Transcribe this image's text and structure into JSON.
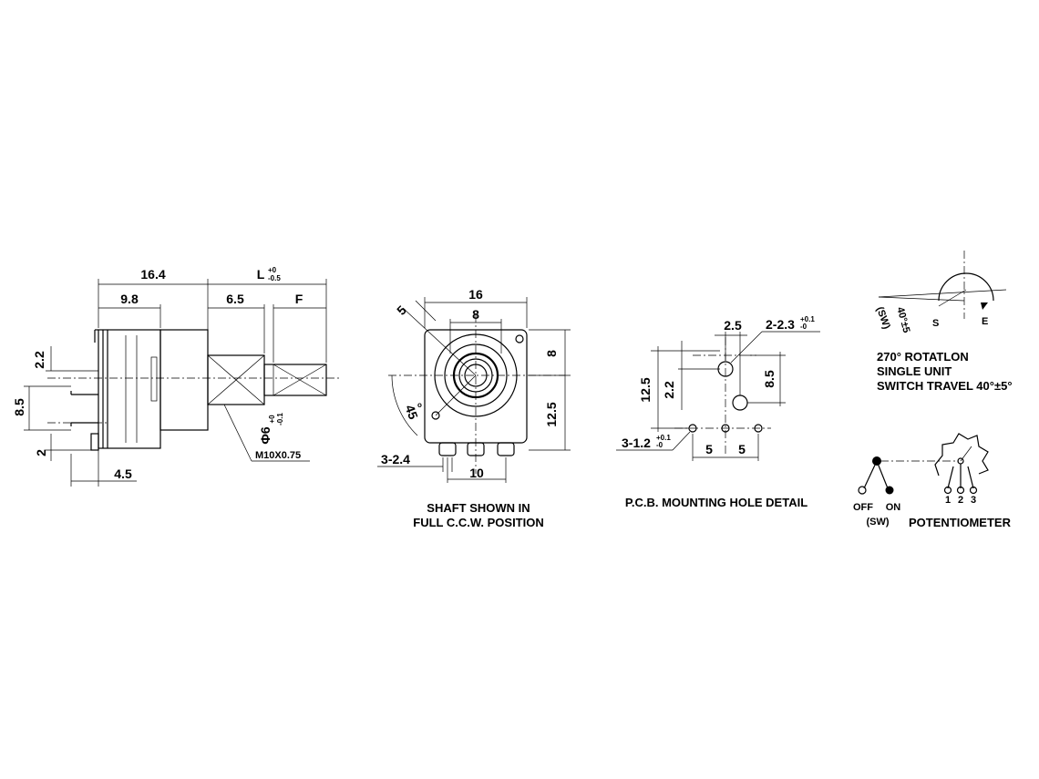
{
  "side_view": {
    "dim_overall": "16.4",
    "dim_body": "9.8",
    "dim_thread": "6.5",
    "dim_length": "L",
    "dim_length_tol_top": "+0",
    "dim_length_tol_bot": "-0.5",
    "dim_flat": "F",
    "dim_upper_pin": "2.2",
    "dim_pin_span": "8.5",
    "dim_lower_pin": "2",
    "dim_bracket": "4.5",
    "thread_spec": "M10X0.75",
    "shaft_dia": "Φ6",
    "shaft_dia_tol_top": "+0",
    "shaft_dia_tol_bot": "-0.1"
  },
  "front_view": {
    "dim_width": "16",
    "dim_bushing": "8",
    "dim_angle_five": "5",
    "dim_angle": "45",
    "dim_angle_unit": "o",
    "dim_upper": "8",
    "dim_lower": "12.5",
    "dim_pins": "3-2.4",
    "dim_pin_pitch": "10",
    "caption_line1": "SHAFT SHOWN IN",
    "caption_line2": "FULL C.C.W. POSITION"
  },
  "pcb_view": {
    "dim_offset": "2.5",
    "dim_mount_hole": "2-2.3",
    "dim_mount_hole_tol_top": "+0.1",
    "dim_mount_hole_tol_bot": "-0",
    "dim_height": "12.5",
    "dim_small": "2.2",
    "dim_hole_span": "8.5",
    "dim_pin_hole": "3-1.2",
    "dim_pin_hole_tol_top": "+0.1",
    "dim_pin_hole_tol_bot": "-0",
    "dim_pitch_a": "5",
    "dim_pitch_b": "5",
    "caption": "P.C.B. MOUNTING HOLE DETAIL"
  },
  "rotation_view": {
    "angle_label": "40°±5",
    "sw_label": "(SW)",
    "start_label": "S",
    "end_label": "E",
    "spec_line1": "270° ROTATLON",
    "spec_line2": "SINGLE  UNIT",
    "spec_line3": "SWITCH TRAVEL 40°±5°"
  },
  "schematic": {
    "off_label": "OFF",
    "on_label": "ON",
    "sw_label": "(SW)",
    "pin1": "1",
    "pin2": "2",
    "pin3": "3",
    "caption": "POTENTIOMETER"
  }
}
